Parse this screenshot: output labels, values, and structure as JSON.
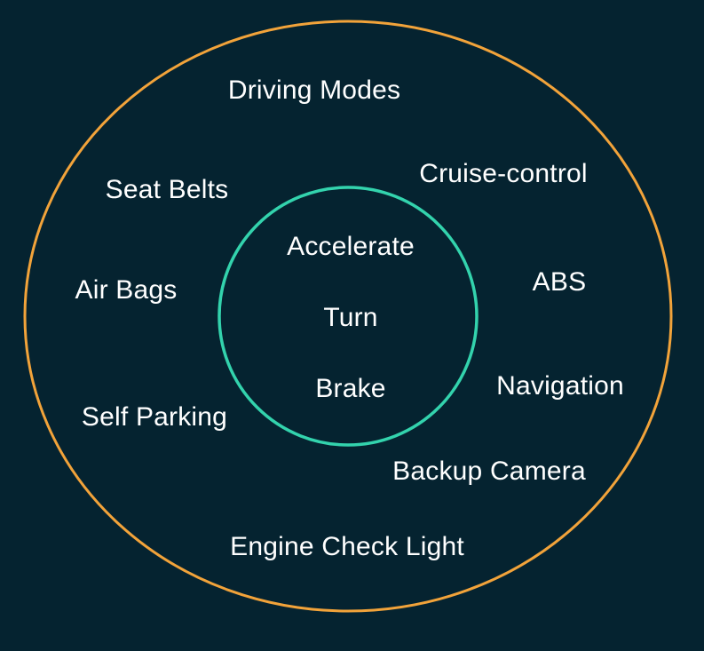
{
  "colors": {
    "background": "#052330",
    "outer_ring": "#f2a33a",
    "inner_ring": "#33d3ad",
    "text": "#ffffff"
  },
  "outer_items": {
    "driving_modes": "Driving Modes",
    "seat_belts": "Seat Belts",
    "cruise_control": "Cruise-control",
    "air_bags": "Air Bags",
    "abs": "ABS",
    "self_parking": "Self Parking",
    "navigation": "Navigation",
    "backup_camera": "Backup Camera",
    "engine_check_light": "Engine Check Light"
  },
  "inner_items": {
    "accelerate": "Accelerate",
    "turn": "Turn",
    "brake": "Brake"
  }
}
